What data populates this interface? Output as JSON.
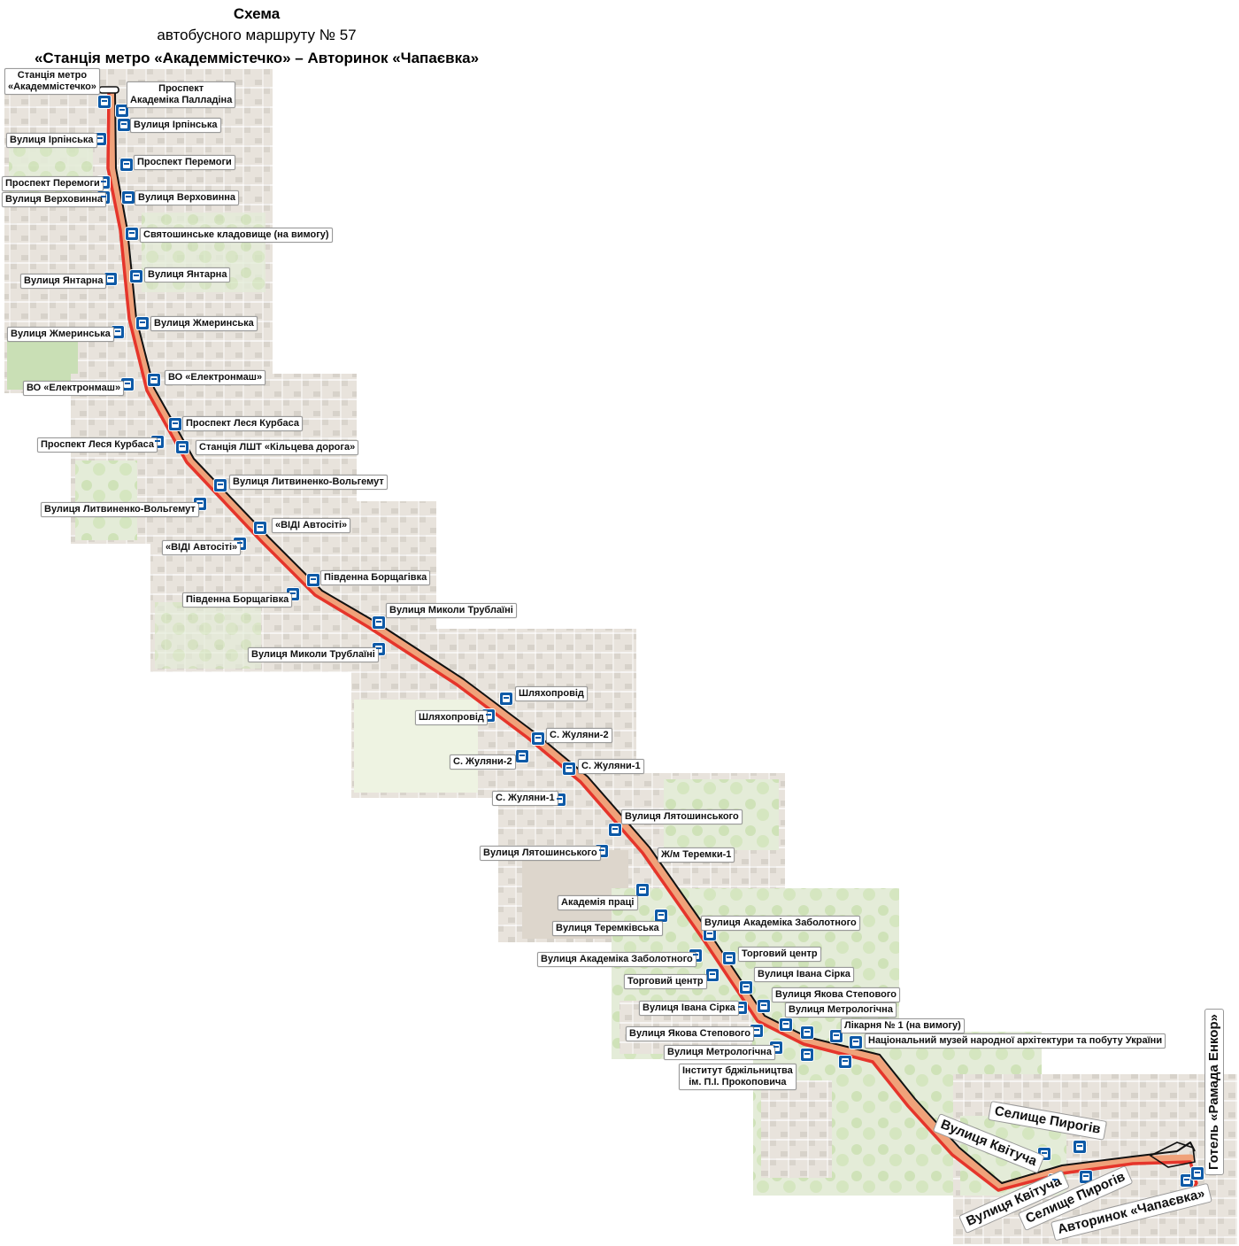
{
  "header": {
    "line1": "Схема",
    "line2": "автобусного маршруту № 57",
    "line3": "«Станція метро «Академмістечко» – Авторинок «Чапаєвка»"
  },
  "colors": {
    "route_forward": "#e5352b",
    "route_back": "#111111",
    "stop_sign": "#0e5aa7"
  },
  "icons": {
    "stop": "bus-stop-sign-icon",
    "terminal": "terminal-loop-icon"
  },
  "stops": [
    {
      "id": "s1",
      "label": "Станція метро\n«Академмістечко»"
    },
    {
      "id": "s2",
      "label": "Проспект\nАкадеміка Палладіна"
    },
    {
      "id": "s3",
      "label": "Вулиця Ірпінська"
    },
    {
      "id": "s4",
      "label": "Вулиця Ірпінська"
    },
    {
      "id": "s5",
      "label": "Проспект Перемоги"
    },
    {
      "id": "s6",
      "label": "Проспект Перемоги"
    },
    {
      "id": "s7",
      "label": "Вулиця Верховинна"
    },
    {
      "id": "s8",
      "label": "Вулиця Верховинна"
    },
    {
      "id": "s9",
      "label": "Святошинське кладовище (на вимогу)"
    },
    {
      "id": "s10",
      "label": "Вулиця Янтарна"
    },
    {
      "id": "s11",
      "label": "Вулиця Янтарна"
    },
    {
      "id": "s12",
      "label": "Вулиця Жмеринська"
    },
    {
      "id": "s13",
      "label": "Вулиця Жмеринська"
    },
    {
      "id": "s14",
      "label": "ВО «Електронмаш»"
    },
    {
      "id": "s15",
      "label": "ВО «Електронмаш»"
    },
    {
      "id": "s16",
      "label": "Проспект Леся Курбаса"
    },
    {
      "id": "s17",
      "label": "Проспект Леся Курбаса"
    },
    {
      "id": "s18",
      "label": "Станція ЛШТ «Кільцева дорога»"
    },
    {
      "id": "s19",
      "label": "Вулиця Литвиненко-Вольгемут"
    },
    {
      "id": "s20",
      "label": "Вулиця Литвиненко-Вольгемут"
    },
    {
      "id": "s21",
      "label": "«ВІДІ Автосіті»"
    },
    {
      "id": "s22",
      "label": "«ВІДІ Автосіті»"
    },
    {
      "id": "s23",
      "label": "Південна Борщагівка"
    },
    {
      "id": "s24",
      "label": "Південна Борщагівка"
    },
    {
      "id": "s25",
      "label": "Вулиця Миколи Трублаїні"
    },
    {
      "id": "s26",
      "label": "Вулиця Миколи Трублаїні"
    },
    {
      "id": "s27",
      "label": "Шляхопровід"
    },
    {
      "id": "s28",
      "label": "Шляхопровід"
    },
    {
      "id": "s29",
      "label": "С. Жуляни-2"
    },
    {
      "id": "s30",
      "label": "С. Жуляни-2"
    },
    {
      "id": "s31",
      "label": "С. Жуляни-1"
    },
    {
      "id": "s32",
      "label": "С. Жуляни-1"
    },
    {
      "id": "s33",
      "label": "Вулиця Лятошинського"
    },
    {
      "id": "s34",
      "label": "Вулиця Лятошинського"
    },
    {
      "id": "s35",
      "label": "Ж/м Теремки-1"
    },
    {
      "id": "s36",
      "label": "Академія праці"
    },
    {
      "id": "s37",
      "label": "Вулиця Теремківська"
    },
    {
      "id": "s38",
      "label": "Вулиця Академіка Заболотного"
    },
    {
      "id": "s39",
      "label": "Вулиця Академіка Заболотного"
    },
    {
      "id": "s40",
      "label": "Торговий центр"
    },
    {
      "id": "s41",
      "label": "Торговий центр"
    },
    {
      "id": "s42",
      "label": "Вулиця Івана Сірка"
    },
    {
      "id": "s43",
      "label": "Вулиця Івана Сірка"
    },
    {
      "id": "s44",
      "label": "Вулиця Якова Степового"
    },
    {
      "id": "s45",
      "label": "Вулиця Якова Степового"
    },
    {
      "id": "s46",
      "label": "Вулиця Метрологічна"
    },
    {
      "id": "s47",
      "label": "Вулиця Метрологічна"
    },
    {
      "id": "s48",
      "label": "Лікарня № 1 (на вимогу)"
    },
    {
      "id": "s49",
      "label": "Національний музей народної архітектури та побуту України"
    },
    {
      "id": "s50",
      "label": "Інститут бджільництва\nім. П.І. Прокоповича"
    },
    {
      "id": "s51",
      "label": "Селище Пирогів"
    },
    {
      "id": "s52",
      "label": "Вулиця Квітуча"
    },
    {
      "id": "s53",
      "label": "Вулиця Квітуча"
    },
    {
      "id": "s54",
      "label": "Селище Пирогів"
    },
    {
      "id": "s55",
      "label": "Авторинок «Чапаєвка»"
    },
    {
      "id": "s56",
      "label": "Готель «Рамада Енкор»"
    }
  ]
}
